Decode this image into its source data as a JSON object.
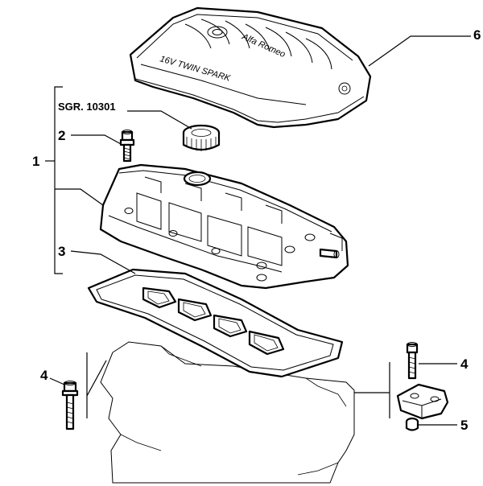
{
  "callouts": {
    "assembly": "1",
    "bolt_top": "2",
    "gasket": "3",
    "bolt_right": "4",
    "bolt_left": "4",
    "nut": "5",
    "cover": "6",
    "tool_ref": "SGR. 10301"
  },
  "cover_lettering": {
    "brand": "Alfa Romeo",
    "engine": "16V TWIN SPARK"
  }
}
